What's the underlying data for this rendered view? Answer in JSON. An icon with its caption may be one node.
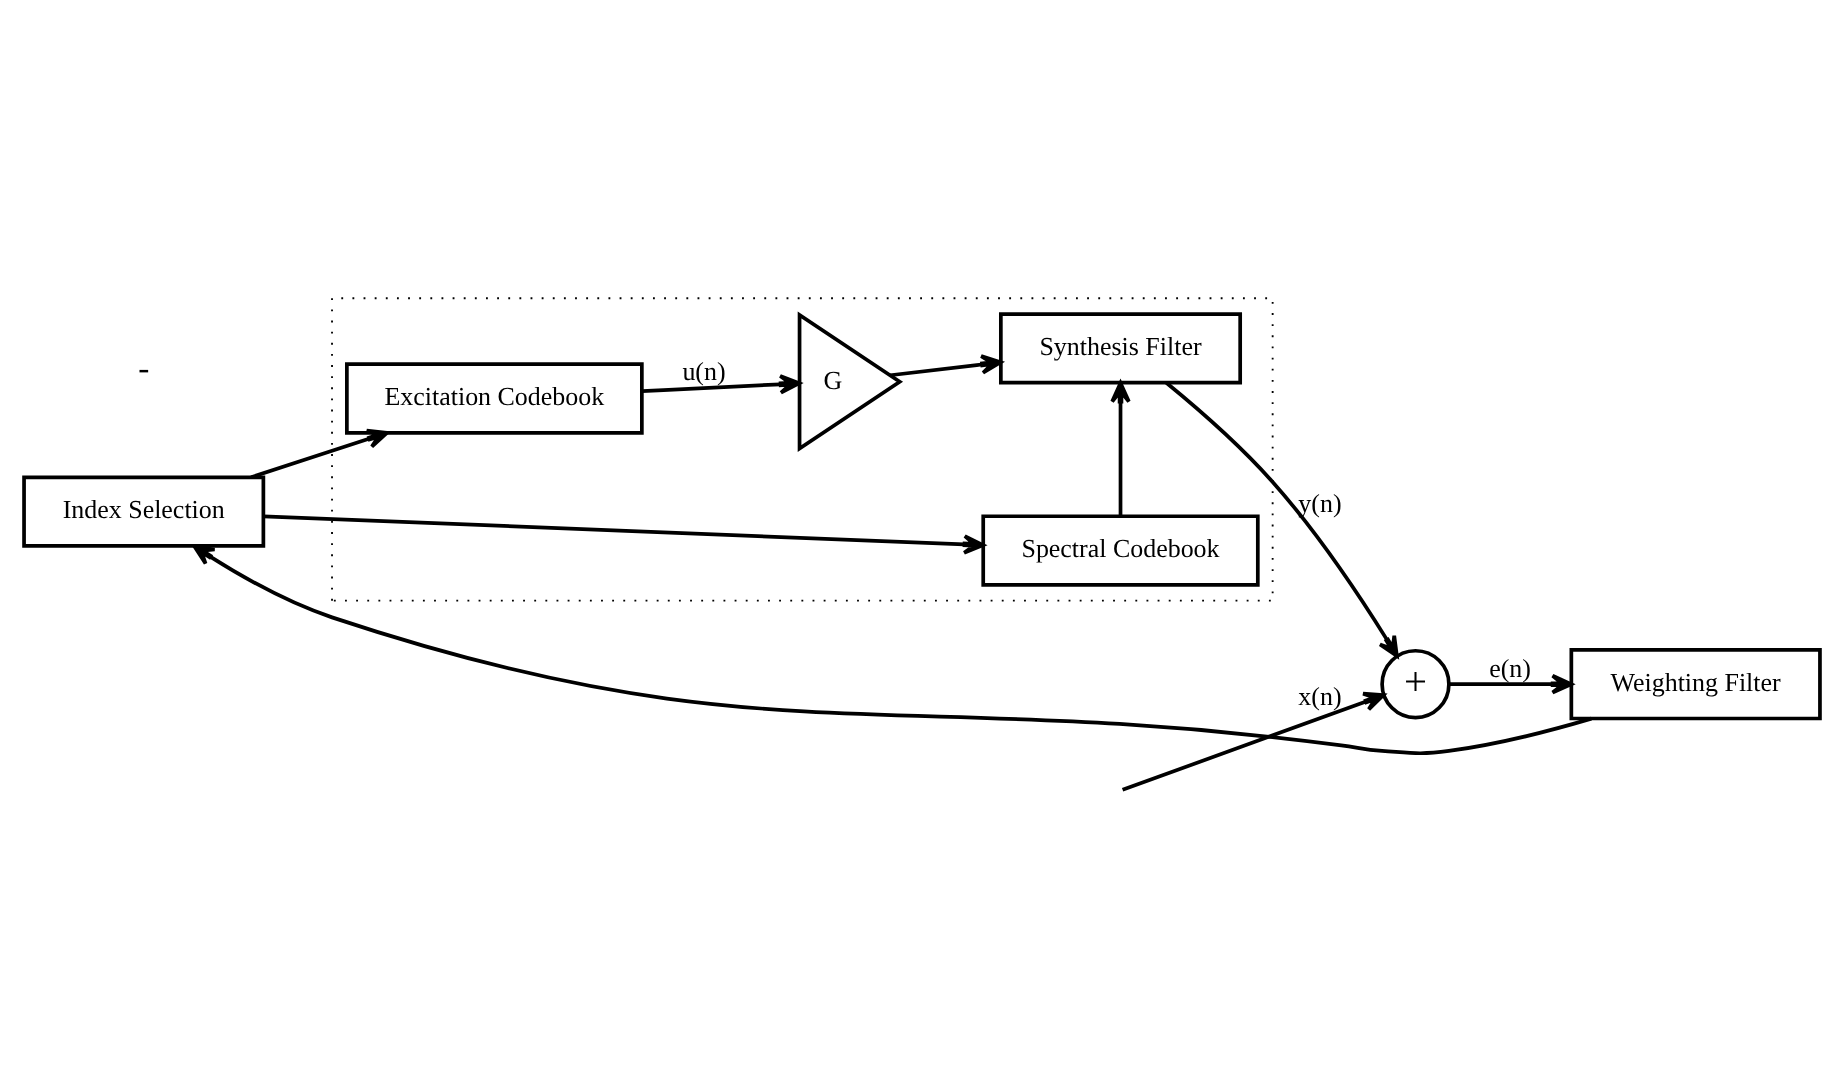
{
  "diagram": {
    "nodes": [
      {
        "text": [],
        "shape": "box"
      },
      {
        "text": [
          "Spectral Codebook"
        ],
        "in": 0
      },
      {
        "text": [
          "Excitation Codebook"
        ],
        "in": 0
      },
      {
        "text": [
          "G"
        ],
        "in": 0
      },
      {
        "text": [
          "Synthesis Filter"
        ],
        "in": 0
      },
      {
        "text": [
          "+"
        ]
      },
      {
        "text": [
          "Index Selection"
        ]
      },
      {
        "text": [
          "Weighting Filter"
        ]
      }
    ],
    "edges": [
      {
        "from": 6,
        "to": 1,
        "arrow": "to"
      },
      {
        "from": 6,
        "to": 2,
        "arrow": "to"
      },
      {
        "from": 2,
        "to": 3,
        "arrow": "to",
        "label": "u(n)"
      },
      {
        "from": 3,
        "to": 4,
        "arrow": "to"
      },
      {
        "from": 1,
        "to": 4,
        "arrow": "to"
      },
      {
        "from": 4,
        "to": 5,
        "arrow": "to",
        "label": "y(n)"
      },
      {
        "from": null,
        "to": 5,
        "arrow": "to",
        "label": "x(n)"
      },
      {
        "from": 5,
        "to": 7,
        "arrow": "to",
        "label": "e(n)"
      },
      {
        "from": 7,
        "to": 6,
        "arrow": "to"
      }
    ],
    "labels": [
      "-"
    ]
  }
}
